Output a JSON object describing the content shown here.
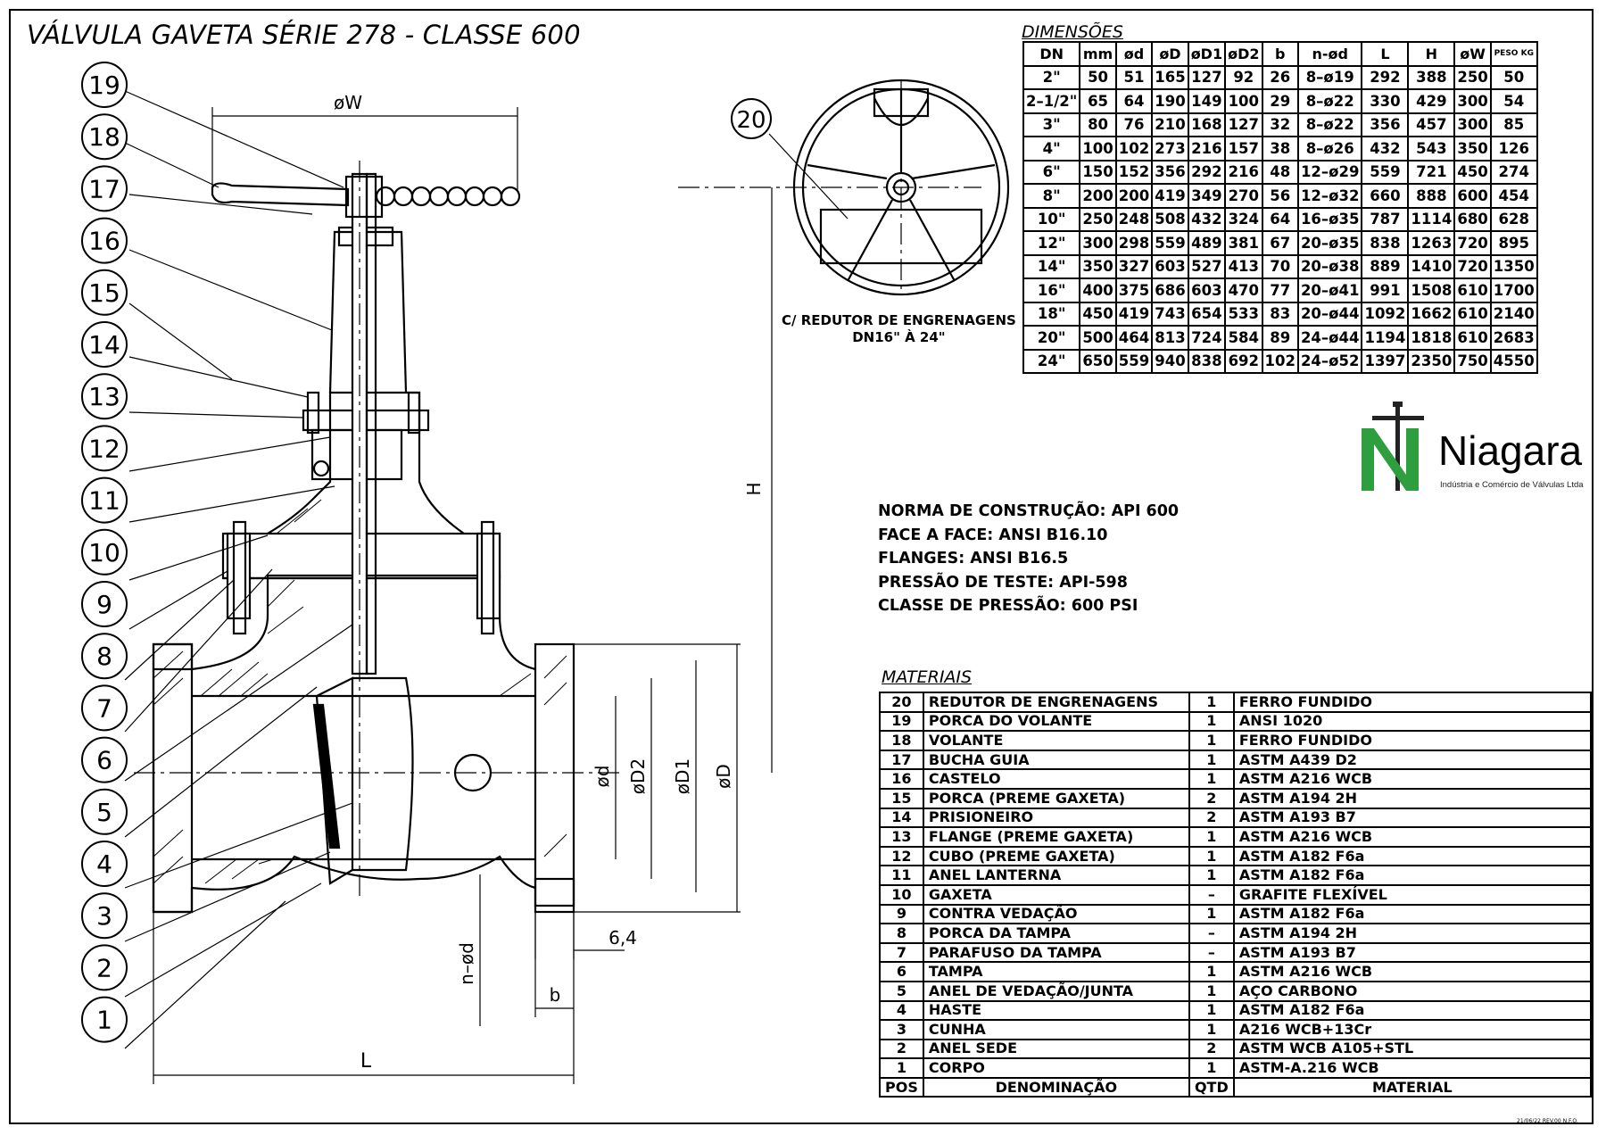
{
  "title": "VÁLVULA GAVETA SÉRIE 278 - CLASSE 600",
  "dimensions": {
    "caption": "DIMENSÕES",
    "headers": [
      "DN",
      "mm",
      "ød",
      "øD",
      "øD1",
      "øD2",
      "b",
      "n-ød",
      "L",
      "H",
      "øW",
      "PESO KG"
    ],
    "rows": [
      [
        "2\"",
        "50",
        "51",
        "165",
        "127",
        "92",
        "26",
        "8–ø19",
        "292",
        "388",
        "250",
        "50"
      ],
      [
        "2–1/2\"",
        "65",
        "64",
        "190",
        "149",
        "100",
        "29",
        "8–ø22",
        "330",
        "429",
        "300",
        "54"
      ],
      [
        "3\"",
        "80",
        "76",
        "210",
        "168",
        "127",
        "32",
        "8–ø22",
        "356",
        "457",
        "300",
        "85"
      ],
      [
        "4\"",
        "100",
        "102",
        "273",
        "216",
        "157",
        "38",
        "8–ø26",
        "432",
        "543",
        "350",
        "126"
      ],
      [
        "6\"",
        "150",
        "152",
        "356",
        "292",
        "216",
        "48",
        "12–ø29",
        "559",
        "721",
        "450",
        "274"
      ],
      [
        "8\"",
        "200",
        "200",
        "419",
        "349",
        "270",
        "56",
        "12–ø32",
        "660",
        "888",
        "600",
        "454"
      ],
      [
        "10\"",
        "250",
        "248",
        "508",
        "432",
        "324",
        "64",
        "16–ø35",
        "787",
        "1114",
        "680",
        "628"
      ],
      [
        "12\"",
        "300",
        "298",
        "559",
        "489",
        "381",
        "67",
        "20–ø35",
        "838",
        "1263",
        "720",
        "895"
      ],
      [
        "14\"",
        "350",
        "327",
        "603",
        "527",
        "413",
        "70",
        "20–ø38",
        "889",
        "1410",
        "720",
        "1350"
      ],
      [
        "16\"",
        "400",
        "375",
        "686",
        "603",
        "470",
        "77",
        "20–ø41",
        "991",
        "1508",
        "610",
        "1700"
      ],
      [
        "18\"",
        "450",
        "419",
        "743",
        "654",
        "533",
        "83",
        "20–ø44",
        "1092",
        "1662",
        "610",
        "2140"
      ],
      [
        "20\"",
        "500",
        "464",
        "813",
        "724",
        "584",
        "89",
        "24–ø44",
        "1194",
        "1818",
        "610",
        "2683"
      ],
      [
        "24\"",
        "650",
        "559",
        "940",
        "838",
        "692",
        "102",
        "24–ø52",
        "1397",
        "2350",
        "750",
        "4550"
      ]
    ]
  },
  "reducer_note": {
    "line1": "C/ REDUTOR DE ENGRENAGENS",
    "line2": "DN16\" À 24\""
  },
  "logo": {
    "name": "Niagara",
    "tagline": "Indústria e Comércio de Válvulas Ltda",
    "green": "#2e9e3e"
  },
  "specs": [
    "NORMA DE CONSTRUÇÃO: API 600",
    "FACE A FACE: ANSI B16.10",
    "FLANGES: ANSI B16.5",
    "PRESSÃO DE TESTE: API-598",
    "CLASSE DE PRESSÃO: 600 PSI"
  ],
  "materials": {
    "caption": "MATERIAIS",
    "header": {
      "pos": "POS",
      "name": "DENOMINAÇÃO",
      "qty": "QTD",
      "material": "MATERIAL"
    },
    "rows": [
      [
        "20",
        "REDUTOR DE ENGRENAGENS",
        "1",
        "FERRO FUNDIDO"
      ],
      [
        "19",
        "PORCA DO VOLANTE",
        "1",
        "ANSI 1020"
      ],
      [
        "18",
        "VOLANTE",
        "1",
        "FERRO FUNDIDO"
      ],
      [
        "17",
        "BUCHA GUIA",
        "1",
        "ASTM A439 D2"
      ],
      [
        "16",
        "CASTELO",
        "1",
        "ASTM A216 WCB"
      ],
      [
        "15",
        "PORCA (PREME GAXETA)",
        "2",
        "ASTM A194 2H"
      ],
      [
        "14",
        "PRISIONEIRO",
        "2",
        "ASTM A193 B7"
      ],
      [
        "13",
        "FLANGE (PREME GAXETA)",
        "1",
        "ASTM A216 WCB"
      ],
      [
        "12",
        "CUBO (PREME GAXETA)",
        "1",
        "ASTM A182 F6a"
      ],
      [
        "11",
        "ANEL LANTERNA",
        "1",
        "ASTM A182 F6a"
      ],
      [
        "10",
        "GAXETA",
        "–",
        "GRAFITE FLEXÍVEL"
      ],
      [
        "9",
        "CONTRA VEDAÇÃO",
        "1",
        "ASTM A182 F6a"
      ],
      [
        "8",
        "PORCA DA TAMPA",
        "–",
        "ASTM A194 2H"
      ],
      [
        "7",
        "PARAFUSO DA TAMPA",
        "–",
        "ASTM A193 B7"
      ],
      [
        "6",
        "TAMPA",
        "1",
        "ASTM A216 WCB"
      ],
      [
        "5",
        "ANEL DE VEDAÇÃO/JUNTA",
        "1",
        "AÇO CARBONO"
      ],
      [
        "4",
        "HASTE",
        "1",
        "ASTM A182 F6a"
      ],
      [
        "3",
        "CUNHA",
        "1",
        "A216 WCB+13Cr"
      ],
      [
        "2",
        "ANEL SEDE",
        "2",
        "ASTM WCB A105+STL"
      ],
      [
        "1",
        "CORPO",
        "1",
        "ASTM-A.216 WCB"
      ]
    ]
  },
  "drawing": {
    "balloons": [
      "19",
      "18",
      "17",
      "16",
      "15",
      "14",
      "13",
      "12",
      "11",
      "10",
      "9",
      "8",
      "7",
      "6",
      "5",
      "4",
      "3",
      "2",
      "1"
    ],
    "balloon20": "20",
    "labels": {
      "W": "øW",
      "H": "H",
      "L": "L",
      "b": "b",
      "d": "ød",
      "D2": "øD2",
      "D1": "øD1",
      "D": "øD",
      "nd": "n–ød",
      "t64": "6,4"
    }
  },
  "revision": "21/06/22 REV.00 N.F.O."
}
